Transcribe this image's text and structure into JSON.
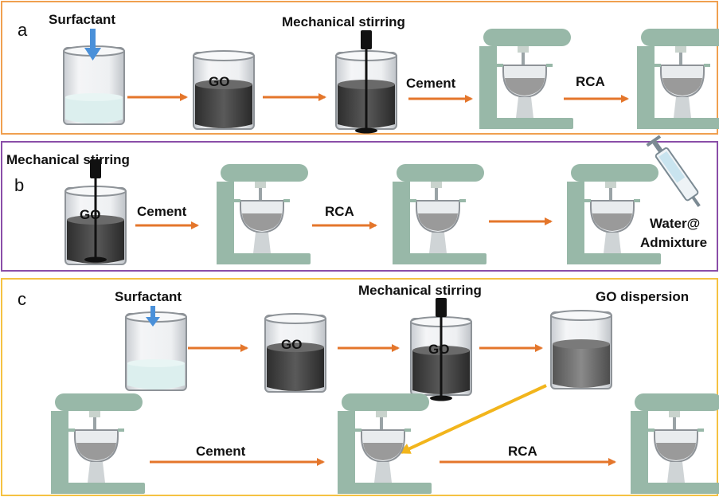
{
  "colors": {
    "panel_a_border": "#f0a050",
    "panel_b_border": "#8a4ea8",
    "panel_c_border": "#f5c242",
    "arrow_orange": "#e4762b",
    "arrow_yellow": "#f2b51c",
    "mixer_green": "#98b8a8",
    "surfactant_blue": "#4a90d9",
    "liquid_dark": "#3a3a3a",
    "liquid_light": "#d6ecef"
  },
  "panel_a": {
    "letter": "a",
    "surfactant": "Surfactant",
    "mech_stirring": "Mechanical stirring",
    "go": "GO",
    "cement": "Cement",
    "rca": "RCA"
  },
  "panel_b": {
    "letter": "b",
    "mech_stirring": "Mechanical stirring",
    "go": "GO",
    "cement": "Cement",
    "rca": "RCA",
    "water_line1": "Water@",
    "water_line2": "Admixture"
  },
  "panel_c": {
    "letter": "c",
    "surfactant": "Surfactant",
    "mech_stirring": "Mechanical stirring",
    "go_dispersion": "GO dispersion",
    "go_1": "GO",
    "go_2": "GO",
    "cement": "Cement",
    "rca": "RCA"
  }
}
